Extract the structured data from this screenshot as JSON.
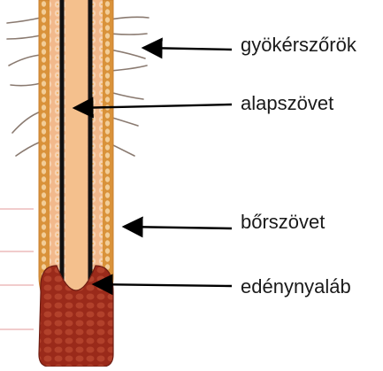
{
  "diagram": {
    "subject": "root tip cross-section",
    "labels": [
      {
        "text": "gyökérszőrök"
      },
      {
        "text": "alapszövet"
      },
      {
        "text": "bőrszövet"
      },
      {
        "text": "edénynyaláb"
      }
    ]
  },
  "colors": {
    "outer_layer": "#d9923a",
    "inner_tissue": "#f2b98c",
    "vascular_core": "#111111",
    "root_cap": "#9a2a1a",
    "root_hair": "#8a7a70",
    "faint_line": "#e39a9a",
    "arrow": "#000000"
  }
}
